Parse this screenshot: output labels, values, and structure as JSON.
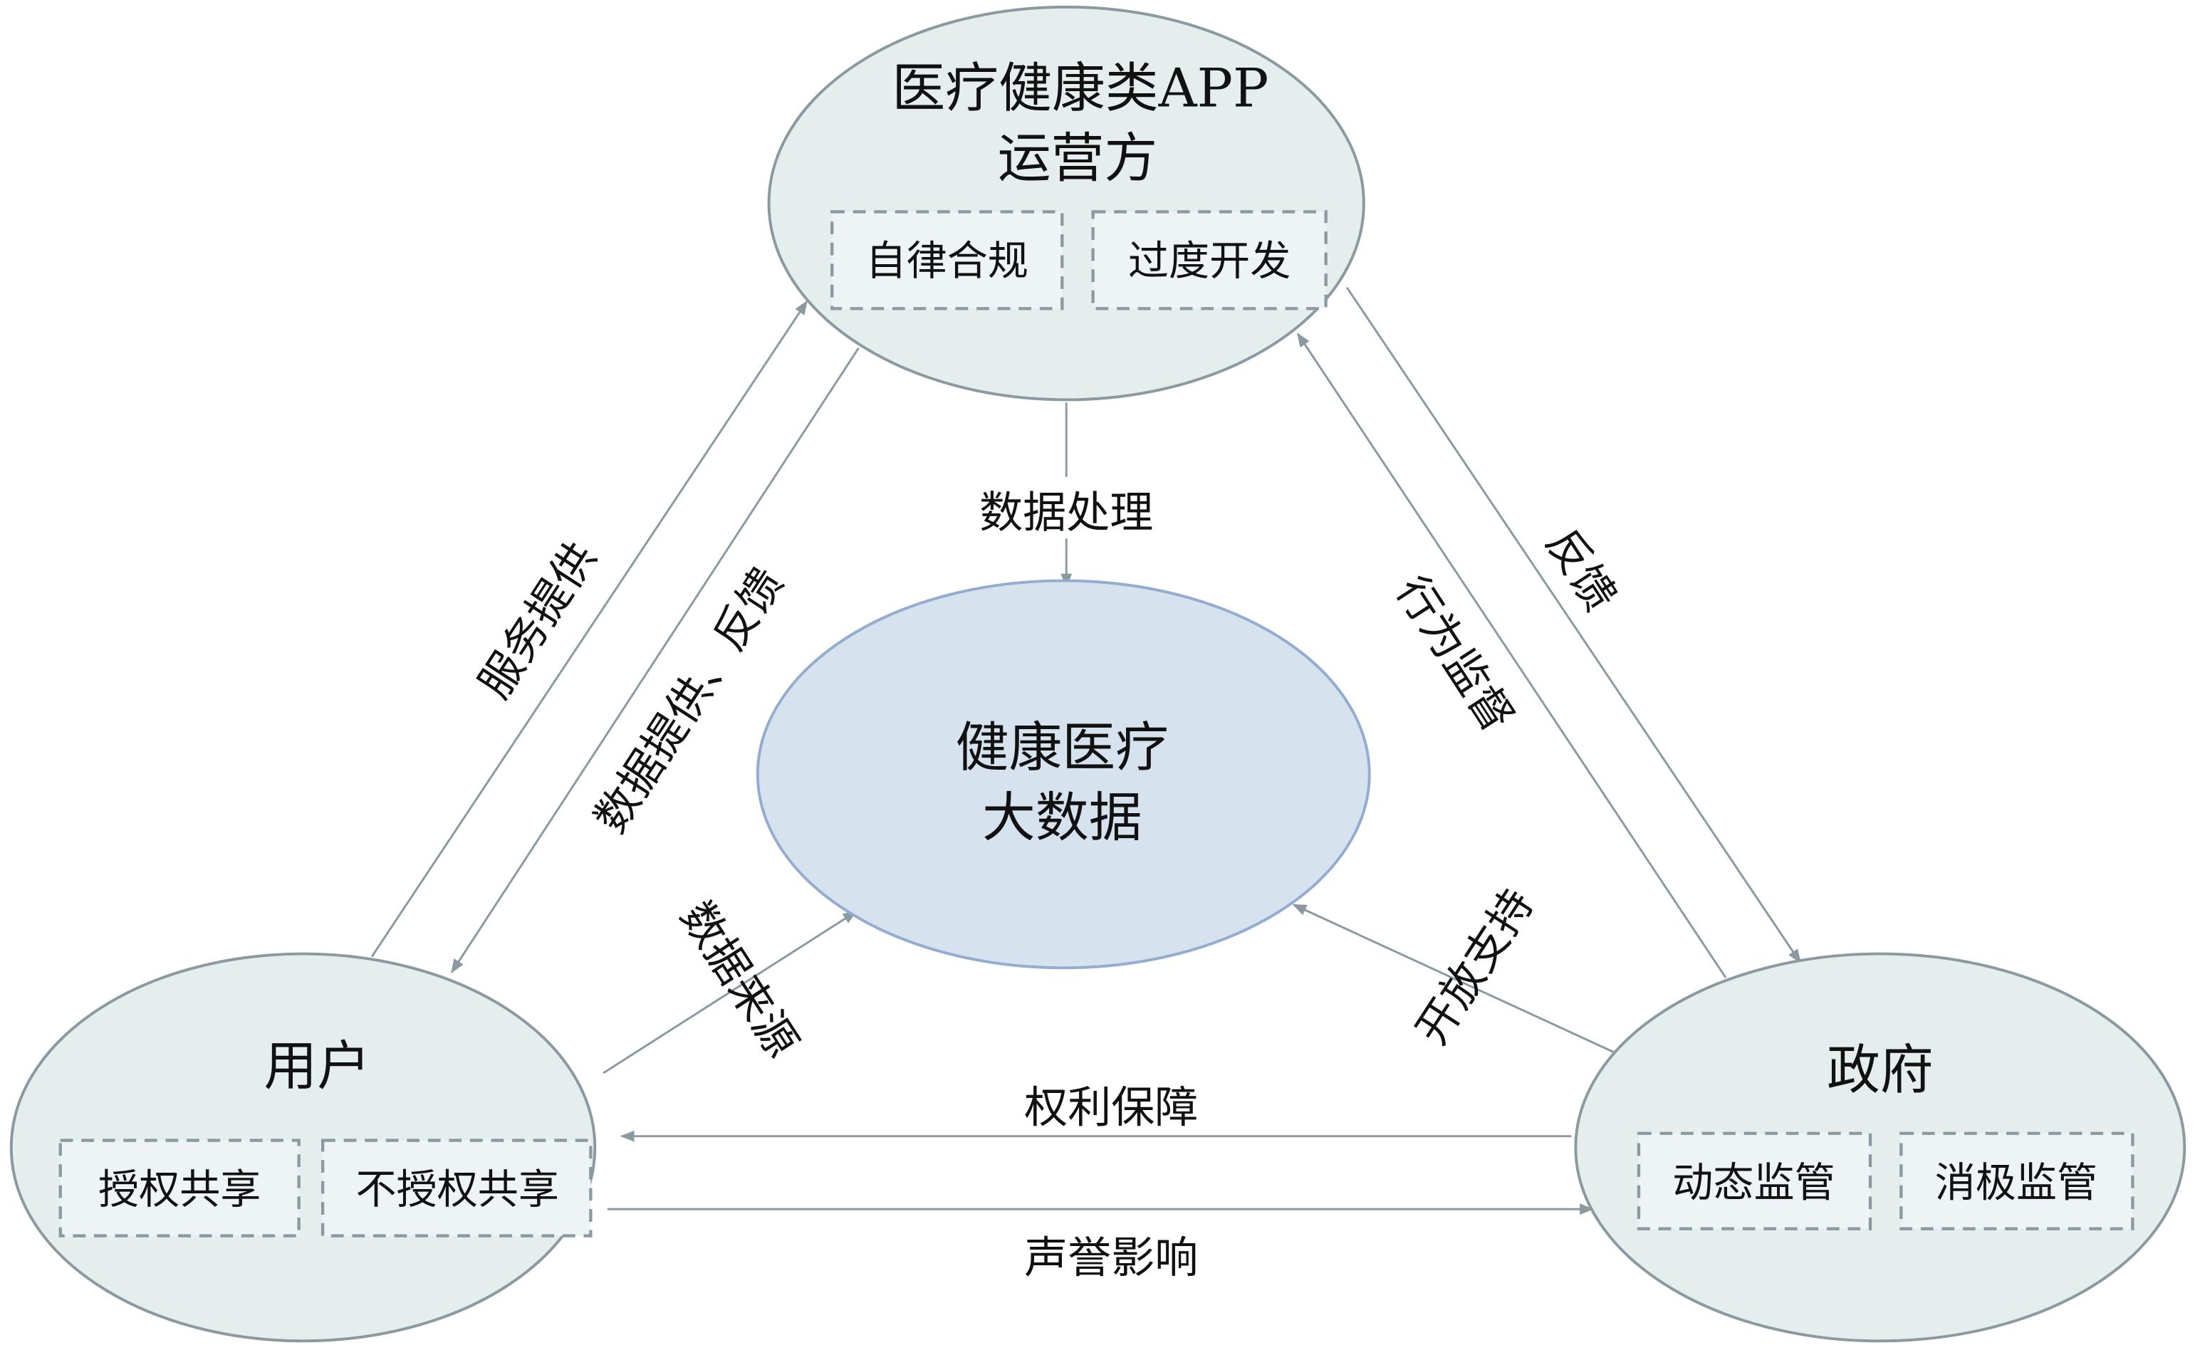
{
  "nodes": {
    "operator": {
      "title_line1": "医疗健康类APP",
      "title_line2": "运营方",
      "boxes": [
        "自律合规",
        "过度开发"
      ]
    },
    "user": {
      "title": "用户",
      "boxes": [
        "授权共享",
        "不授权共享"
      ]
    },
    "government": {
      "title": "政府",
      "boxes": [
        "动态监管",
        "消极监管"
      ]
    },
    "center": {
      "title_line1": "健康医疗",
      "title_line2": "大数据"
    }
  },
  "edges": {
    "service_provision": "服务提供",
    "data_provision_feedback": "数据提供、反馈",
    "data_processing": "数据处理",
    "feedback": "反馈",
    "behavior_supervision": "行为监督",
    "open_support": "开放支持",
    "data_source": "数据来源",
    "rights_protection": "权利保障",
    "reputation_impact": "声誉影响"
  },
  "colors": {
    "node_fill": "#e5eded",
    "center_fill": "#d6e2ee",
    "stroke": "#8a9aa0"
  }
}
